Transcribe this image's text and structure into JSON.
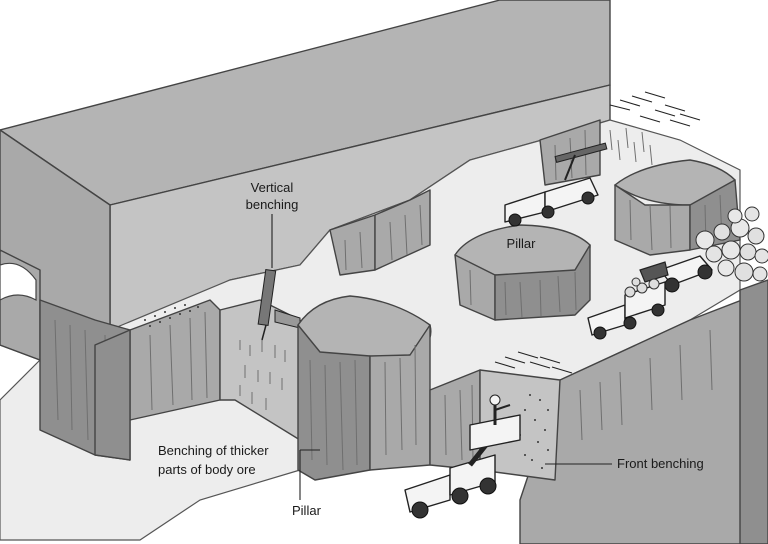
{
  "diagram": {
    "labels": {
      "vertical_benching": [
        "Vertical",
        "benching"
      ],
      "pillar_center": "Pillar",
      "benching_thicker": [
        "Benching of thicker",
        "parts of body ore"
      ],
      "pillar_front": "Pillar",
      "front_benching": "Front benching"
    },
    "colors": {
      "rock": "#a9a9a9",
      "rock_dark": "#8f8f8f",
      "floor": "#ededed",
      "outline": "#444444"
    },
    "icons": [
      "drill-rig-icon",
      "dump-truck-icon",
      "loader-icon",
      "utility-truck-icon",
      "boom-lift-truck-icon",
      "worker-icon",
      "rubble-pile-icon"
    ]
  }
}
